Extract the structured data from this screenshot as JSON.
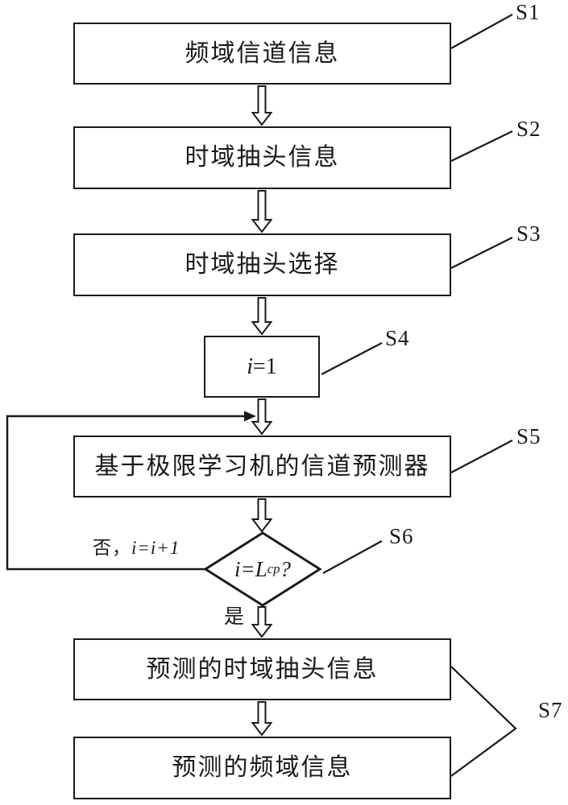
{
  "boxes": {
    "s1": {
      "label": "频域信道信息"
    },
    "s2": {
      "label": "时域抽头信息"
    },
    "s3": {
      "label": "时域抽头选择"
    },
    "s4": {
      "var": "i",
      "rest": "=1"
    },
    "s5": {
      "label": "基于极限学习机的信道预测器"
    },
    "s6": {
      "var": "i",
      "eq": " = ",
      "sym": "L",
      "sub": "cp",
      "q": "?"
    },
    "s7a": {
      "label": "预测的时域抽头信息"
    },
    "s7b": {
      "label": "预测的频域信息"
    }
  },
  "tags": {
    "s1": "S1",
    "s2": "S2",
    "s3": "S3",
    "s4": "S4",
    "s5": "S5",
    "s6": "S6",
    "s7": "S7"
  },
  "edges": {
    "no_prefix": "否，",
    "no_expr": "i=i+1",
    "yes": "是"
  },
  "colors": {
    "line": "#1a1a1a",
    "background": "#ffffff"
  }
}
